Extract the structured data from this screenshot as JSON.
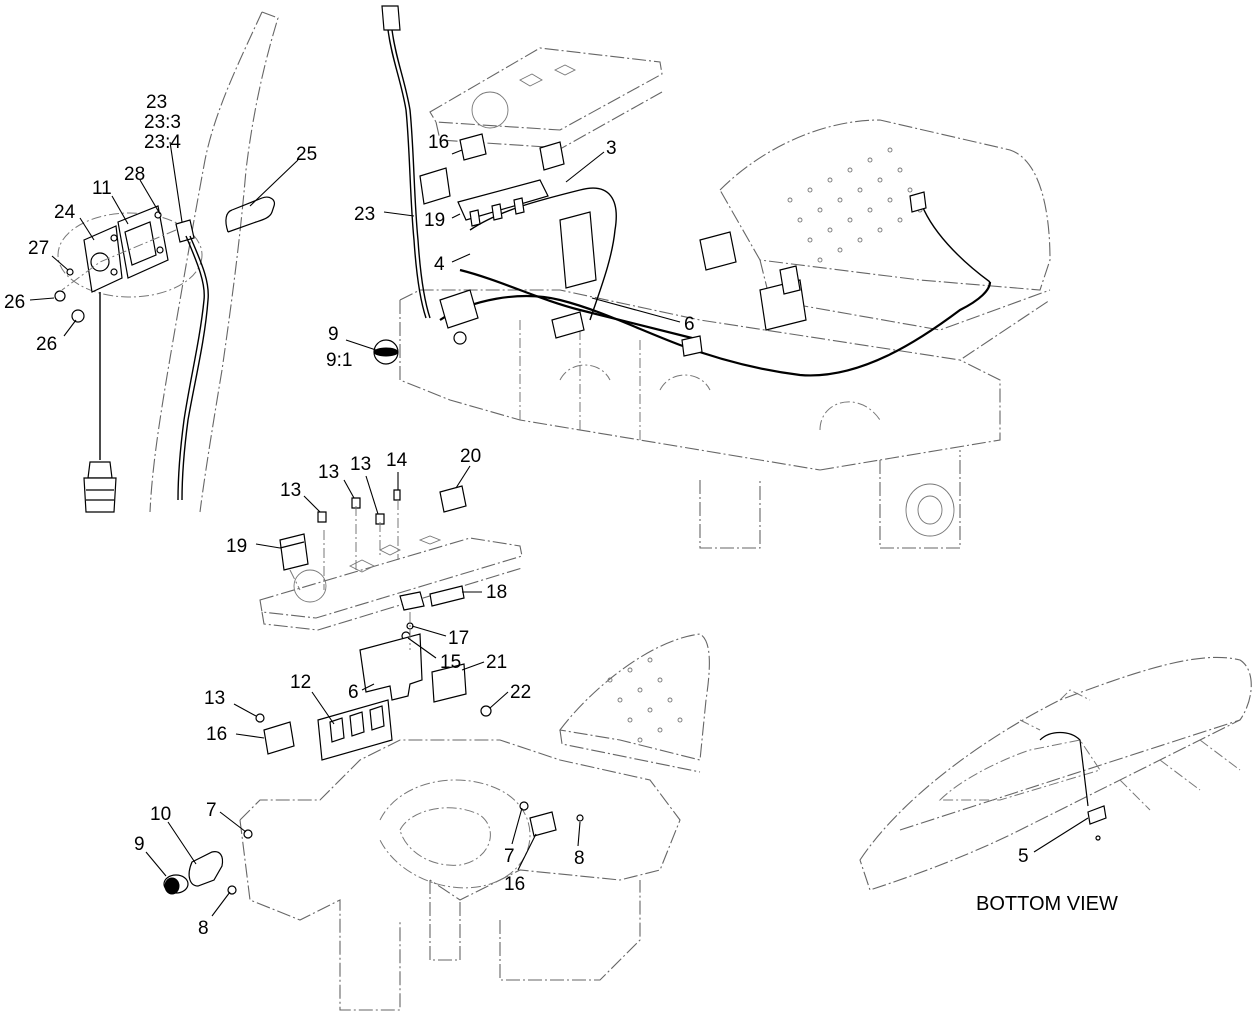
{
  "diagram": {
    "caption": "BOTTOM VIEW",
    "callouts": [
      {
        "id": "c-23a",
        "text": "23"
      },
      {
        "id": "c-23-3",
        "text": "23:3"
      },
      {
        "id": "c-23-4",
        "text": "23:4"
      },
      {
        "id": "c-25",
        "text": "25"
      },
      {
        "id": "c-11",
        "text": "11"
      },
      {
        "id": "c-28",
        "text": "28"
      },
      {
        "id": "c-24",
        "text": "24"
      },
      {
        "id": "c-27",
        "text": "27"
      },
      {
        "id": "c-26a",
        "text": "26"
      },
      {
        "id": "c-26b",
        "text": "26"
      },
      {
        "id": "c-16a",
        "text": "16"
      },
      {
        "id": "c-3",
        "text": "3"
      },
      {
        "id": "c-23b",
        "text": "23"
      },
      {
        "id": "c-19a",
        "text": "19"
      },
      {
        "id": "c-4",
        "text": "4"
      },
      {
        "id": "c-6a",
        "text": "6"
      },
      {
        "id": "c-9a",
        "text": "9"
      },
      {
        "id": "c-9-1",
        "text": "9:1"
      },
      {
        "id": "c-13a",
        "text": "13"
      },
      {
        "id": "c-13b",
        "text": "13"
      },
      {
        "id": "c-13c",
        "text": "13"
      },
      {
        "id": "c-14",
        "text": "14"
      },
      {
        "id": "c-20",
        "text": "20"
      },
      {
        "id": "c-19b",
        "text": "19"
      },
      {
        "id": "c-18",
        "text": "18"
      },
      {
        "id": "c-17",
        "text": "17"
      },
      {
        "id": "c-15",
        "text": "15"
      },
      {
        "id": "c-21",
        "text": "21"
      },
      {
        "id": "c-6b",
        "text": "6"
      },
      {
        "id": "c-12",
        "text": "12"
      },
      {
        "id": "c-22",
        "text": "22"
      },
      {
        "id": "c-13d",
        "text": "13"
      },
      {
        "id": "c-16b",
        "text": "16"
      },
      {
        "id": "c-7a",
        "text": "7"
      },
      {
        "id": "c-10",
        "text": "10"
      },
      {
        "id": "c-9b",
        "text": "9"
      },
      {
        "id": "c-8a",
        "text": "8"
      },
      {
        "id": "c-7b",
        "text": "7"
      },
      {
        "id": "c-16c",
        "text": "16"
      },
      {
        "id": "c-8b",
        "text": "8"
      },
      {
        "id": "c-5",
        "text": "5"
      }
    ]
  }
}
